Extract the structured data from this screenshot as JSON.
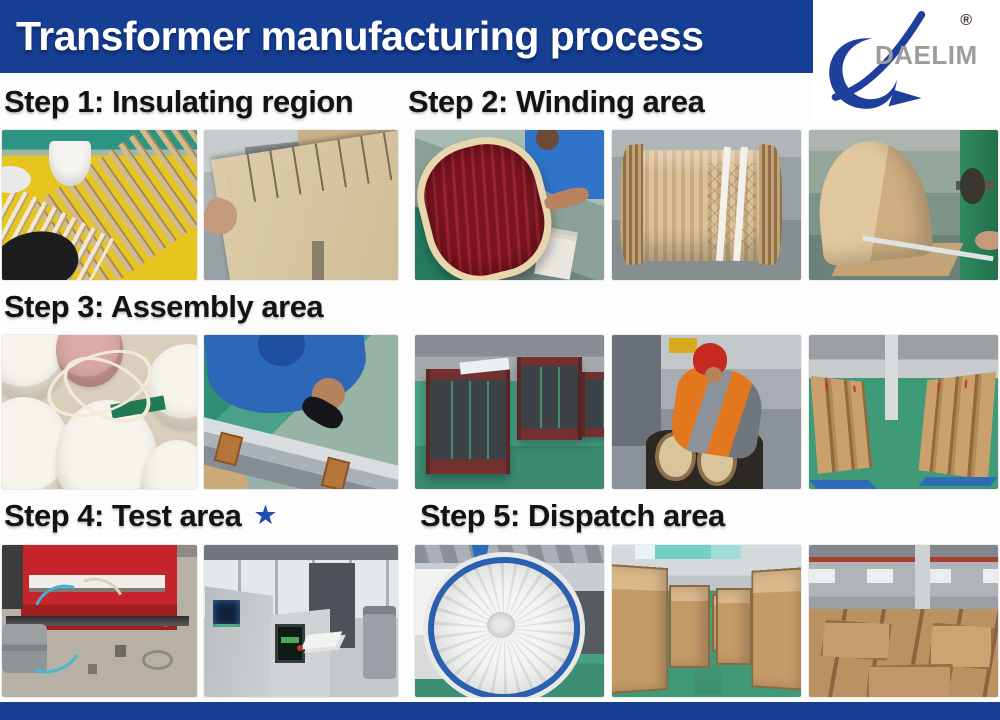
{
  "header": {
    "title": "Transformer manufacturing process",
    "bar_color": "#163e92"
  },
  "logo": {
    "brand": "DAELIM",
    "registered_symbol": "®",
    "swoosh_color": "#1f3f9d",
    "brand_color": "#9c9c9c"
  },
  "steps": [
    {
      "label": "Step 1: Insulating region",
      "photos": [
        "insulation-strips-on-yellow-mat",
        "insulation-cardboard-sheet"
      ]
    },
    {
      "label": "Step 2: Winding area",
      "photos": [
        "red-winding-coil",
        "pleated-paper-roll",
        "paper-rolling-machine"
      ]
    },
    {
      "label": "Step 3: Assembly area",
      "photos": [
        "cable-spools",
        "core-stacking-worker",
        "assembled-cores-on-floor",
        "worker-with-hardhat-assembling",
        "coil-rows-in-warehouse"
      ]
    },
    {
      "label": "Step 4: Test area",
      "star": "★",
      "star_color": "#1d4eb0",
      "photos": [
        "red-test-machine",
        "test-control-console"
      ]
    },
    {
      "label": "Step 5: Dispatch area",
      "photos": [
        "vacuum-drying-tank",
        "wooden-crates-aisle",
        "wooden-crates-warehouse"
      ]
    }
  ],
  "footer": {
    "bar_color": "#163e92"
  }
}
